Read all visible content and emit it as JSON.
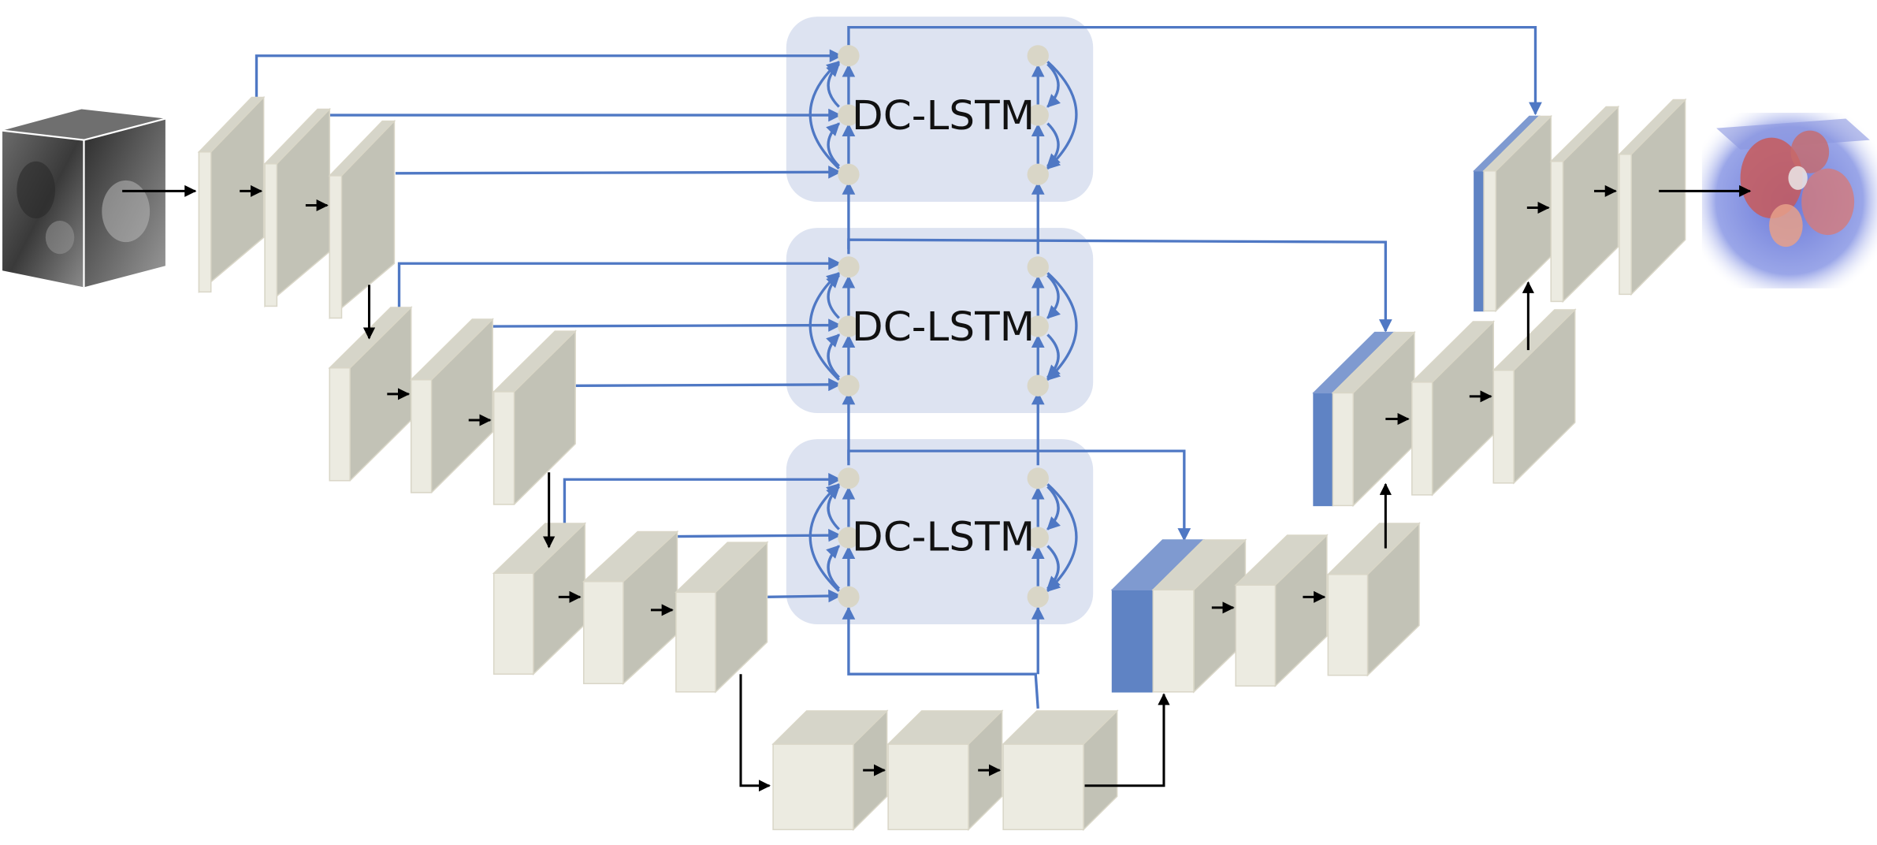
{
  "diagram": {
    "modules": [
      {
        "label": "DC-LSTM"
      },
      {
        "label": "DC-LSTM"
      },
      {
        "label": "DC-LSTM"
      }
    ]
  },
  "colors": {
    "module_bg": "#dde3f1",
    "node": "#d9d6c7",
    "connection": "#4f78c4",
    "flow_arrow": "#000000",
    "block_front": "#ecebe1",
    "block_side": "#c2c2b6",
    "block_top": "#d6d5c9",
    "concat_feature": "#5f83c4"
  },
  "icons": {
    "input_volume": "mri-cube-icon",
    "output_volume": "segmentation-volume-icon"
  }
}
